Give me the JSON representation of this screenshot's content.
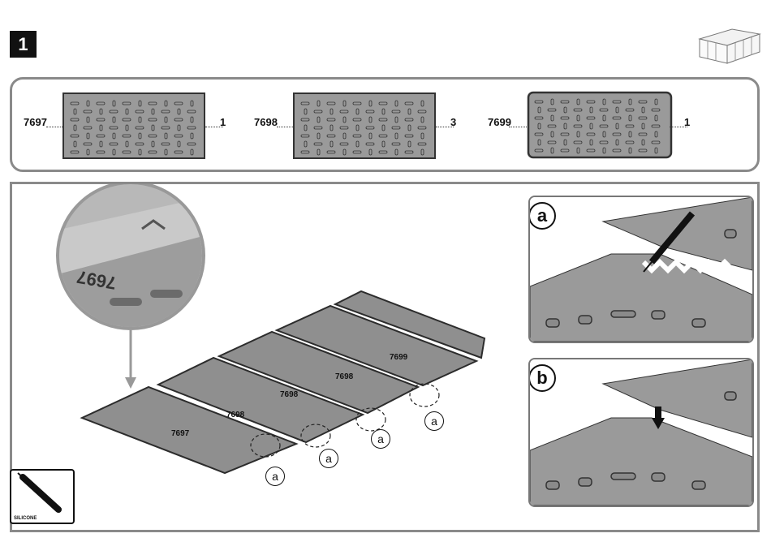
{
  "step": {
    "number": "1"
  },
  "parts": [
    {
      "code": "7697",
      "qty": "1"
    },
    {
      "code": "7698",
      "qty": "3"
    },
    {
      "code": "7699",
      "qty": "1"
    }
  ],
  "assembly": {
    "panel_labels": [
      "7697",
      "7698",
      "7698",
      "7698",
      "7699"
    ],
    "callouts": [
      "a",
      "a",
      "a",
      "a"
    ]
  },
  "details": {
    "a_label": "a",
    "b_label": "b"
  },
  "tool": {
    "label": "SILICONE",
    "icon": "silicone-tube-icon"
  },
  "colors": {
    "panel": "#8f8f8f",
    "panel_edge": "#3a3a3a",
    "frame": "#8a8a8a"
  }
}
